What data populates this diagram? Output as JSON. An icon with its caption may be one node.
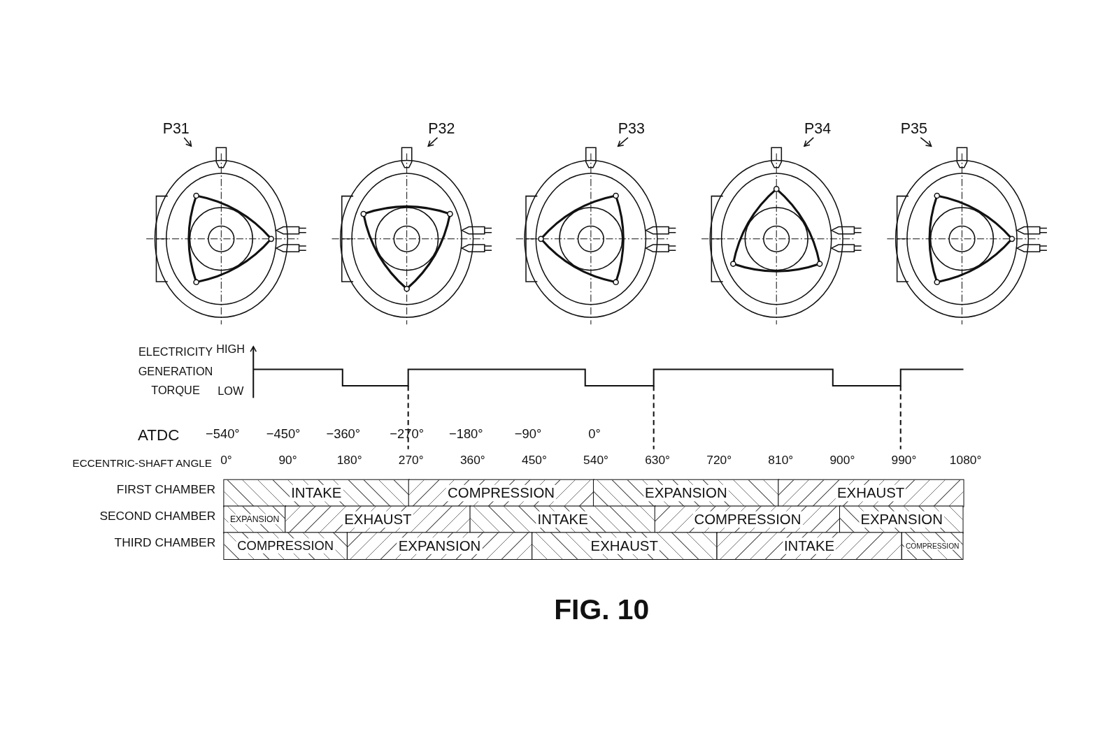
{
  "diagram": {
    "caption": "FIG. 10",
    "nodes": [
      {
        "text": [
          "P31"
        ]
      },
      {
        "text": [],
        "shape": "picture"
      },
      {
        "text": [
          "P32"
        ]
      },
      {
        "text": [],
        "shape": "picture"
      },
      {
        "text": [
          "P33"
        ]
      },
      {
        "text": [],
        "shape": "picture"
      },
      {
        "text": [
          "P34"
        ]
      },
      {
        "text": [],
        "shape": "picture"
      },
      {
        "text": [
          "P35"
        ]
      },
      {
        "text": [],
        "shape": "picture"
      }
    ],
    "edges": [
      {
        "from": 0,
        "to": 1,
        "arrow": "to"
      },
      {
        "from": 2,
        "to": 3,
        "arrow": "to"
      },
      {
        "from": 4,
        "to": 5,
        "arrow": "to"
      },
      {
        "from": 6,
        "to": 7,
        "arrow": "to"
      },
      {
        "from": 8,
        "to": 9,
        "arrow": "to"
      }
    ],
    "labels": [
      "ELECTRICITY GENERATION TORQUE",
      "HIGH",
      "LOW",
      "ATDC",
      "−540°",
      "−450°",
      "−360°",
      "−270°",
      "−180°",
      "−90°",
      "0°",
      "ECCENTRIC-SHAFT ANGLE",
      "0°",
      "90°",
      "180°",
      "270°",
      "360°",
      "450°",
      "540°",
      "630°",
      "720°",
      "810°",
      "900°",
      "990°",
      "1080°",
      "FIRST CHAMBER",
      "INTAKE",
      "COMPRESSION",
      "EXPANSION",
      "EXHAUST",
      "SECOND CHAMBER",
      "EXPANSION",
      "EXHAUST",
      "INTAKE",
      "COMPRESSION",
      "EXPANSION",
      "THIRD CHAMBER",
      "COMPRESSION",
      "EXPANSION",
      "EXHAUST",
      "INTAKE",
      "COMPRESSION"
    ]
  }
}
